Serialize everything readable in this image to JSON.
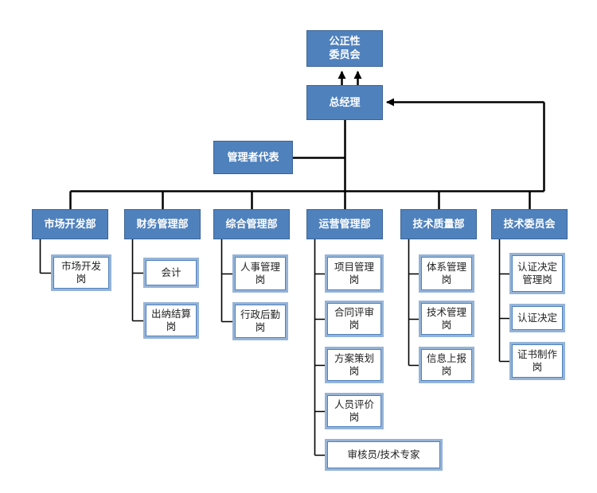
{
  "diagram": {
    "type": "organization-chart",
    "impartiality_committee": {
      "label": "公正性\n委员会"
    },
    "general_manager": {
      "label": "总经理"
    },
    "management_representative": {
      "label": "管理者代表"
    },
    "departments": [
      {
        "label": "市场开发部",
        "children": [
          {
            "label": "市场开发\n岗"
          }
        ]
      },
      {
        "label": "财务管理部",
        "children": [
          {
            "label": "会计"
          },
          {
            "label": "出纳结算\n岗"
          }
        ]
      },
      {
        "label": "综合管理部",
        "children": [
          {
            "label": "人事管理\n岗"
          },
          {
            "label": "行政后勤\n岗"
          }
        ]
      },
      {
        "label": "运营管理部",
        "children": [
          {
            "label": "项目管理\n岗"
          },
          {
            "label": "合同评审\n岗"
          },
          {
            "label": "方案策划\n岗"
          },
          {
            "label": "人员评价\n岗"
          },
          {
            "label": "审核员/技术专家"
          }
        ]
      },
      {
        "label": "技术质量部",
        "children": [
          {
            "label": "体系管理\n岗"
          },
          {
            "label": "技术管理\n岗"
          },
          {
            "label": "信息上报\n岗"
          }
        ]
      },
      {
        "label": "技术委员会",
        "children": [
          {
            "label": "认证决定\n管理岗"
          },
          {
            "label": "认证决定"
          },
          {
            "label": "证书制作\n岗"
          }
        ]
      }
    ],
    "colors": {
      "node_fill": "#4F81BD",
      "node_text": "#FFFFFF",
      "child_box_border": "#95B3D7",
      "child_box_inner_border": "#4F81BD",
      "child_text": "#222222",
      "connector": "#000000",
      "background": "#FFFFFF"
    }
  }
}
